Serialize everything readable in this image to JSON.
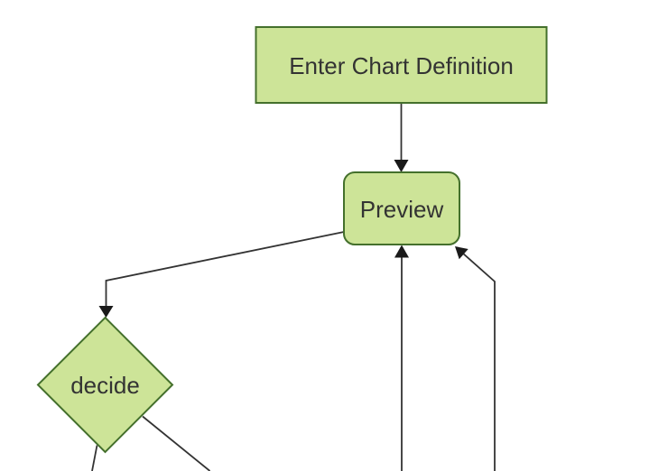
{
  "diagram": {
    "type": "flowchart",
    "direction": "top-down",
    "background": "#ffffff",
    "colors": {
      "node_fill": "#cde498",
      "node_border": "#44702c",
      "edge": "#333333",
      "arrowhead": "#1a1a1a",
      "label": "#333333"
    },
    "nodes": [
      {
        "label": "Enter Chart Definition",
        "shape": "rectangle"
      },
      {
        "label": "Preview",
        "shape": "rounded-rectangle"
      },
      {
        "label": "decide",
        "shape": "diamond"
      }
    ],
    "edges": [
      {
        "name": "enter-chart-definition-to-preview",
        "arrowhead": "down"
      },
      {
        "name": "preview-to-decide",
        "arrowhead": "down"
      },
      {
        "name": "offscreen-bottom-to-preview",
        "arrowhead": "up"
      },
      {
        "name": "offscreen-bottom-right-to-preview",
        "arrowhead": "up-left"
      },
      {
        "name": "decide-to-offscreen-bottom-left",
        "arrowhead": "none"
      },
      {
        "name": "decide-to-offscreen-bottom-right",
        "arrowhead": "none"
      }
    ]
  }
}
